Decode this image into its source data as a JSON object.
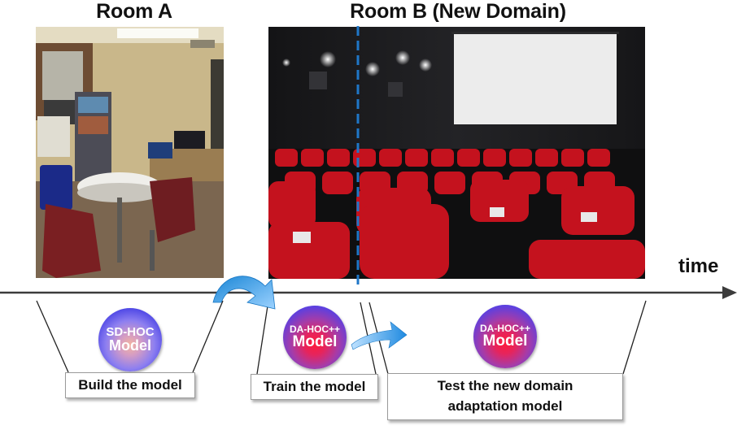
{
  "rooms": [
    {
      "title": "Room A"
    },
    {
      "title": "Room B (New Domain)"
    }
  ],
  "timeline": {
    "label": "time"
  },
  "models": [
    {
      "line1": "SD-HOC",
      "line2": "Model"
    },
    {
      "line1": "DA-HOC++",
      "line2": "Model"
    },
    {
      "line1": "DA-HOC++",
      "line2": "Model"
    }
  ],
  "stages": [
    {
      "label": "Build the model"
    },
    {
      "label": "Train the model"
    },
    {
      "label": "Test the new domain adaptation model"
    }
  ],
  "colors": {
    "arrow_blue": "#2e9be0",
    "divider_blue": "#1f77c8",
    "seat_red": "#c4121e"
  }
}
